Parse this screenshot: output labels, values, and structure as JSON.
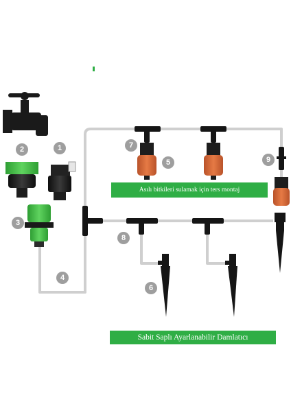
{
  "diagram": {
    "colors": {
      "tube": "#c8c8c8",
      "fitting": "#1d1d1d",
      "nozzle_orange": "#e0703a",
      "adapter_green": "#47c14c",
      "badge": "#9e9e9e",
      "banner": "#2fae45"
    },
    "banners": {
      "top": "Asılı bitkileri sulamak için ters montaj",
      "bottom": "Sabit Saplı Ayarlanabilir Damlatıcı"
    },
    "badges": [
      "1",
      "2",
      "3",
      "4",
      "5",
      "6",
      "7",
      "8",
      "9"
    ],
    "icons": [
      "faucet-icon",
      "quick-connector-icon",
      "tap-adapter-icon",
      "hose-connector-icon",
      "tee-connector-icon",
      "adjustable-dripper-icon",
      "stake-dripper-icon",
      "end-plug-icon"
    ]
  }
}
